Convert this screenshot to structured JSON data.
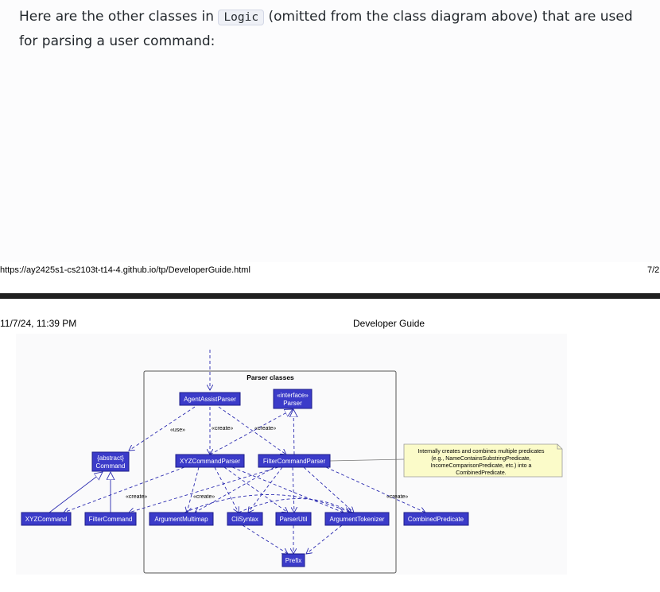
{
  "intro": {
    "before": "Here are the other classes in ",
    "code": "Logic",
    "after": " (omitted from the class diagram above) that are used for parsing a user command:"
  },
  "footer": {
    "url": "https://ay2425s1-cs2103t-t14-4.github.io/tp/DeveloperGuide.html",
    "page": "7/2"
  },
  "header": {
    "date": "11/7/24, 11:39 PM",
    "title": "Developer Guide"
  },
  "diagram": {
    "package_title": "Parser classes",
    "classes": {
      "agent_assist_parser": "AgentAssistParser",
      "parser_stereotype": "«interface»",
      "parser": "Parser",
      "abstract_stereotype": "{abstract}",
      "command": "Command",
      "xyz_command_parser": "XYZCommandParser",
      "filter_command_parser": "FilterCommandParser",
      "xyz_command": "XYZCommand",
      "filter_command": "FilterCommand",
      "argument_multimap": "ArgumentMultimap",
      "cli_syntax": "CliSyntax",
      "parser_util": "ParserUtil",
      "argument_tokenizer": "ArgumentTokenizer",
      "combined_predicate": "CombinedPredicate",
      "prefix": "Prefix"
    },
    "labels": {
      "use": "«use»",
      "create_1": "«create»",
      "create_2": "«create»",
      "create_3": "«create»",
      "create_4": "«create»",
      "create_5": "«create»"
    },
    "note": {
      "line1": "Internally creates and combines multiple predicates",
      "line2": "(e.g., NameContainsSubstringPredicate,",
      "line3": "IncomeComparisonPredicate, etc.) into a",
      "line4": "CombinedPredicate."
    },
    "colors": {
      "class_fill": "#3b3bc9",
      "arrow": "#2b2bb0",
      "note_fill": "#fbfbc9"
    }
  }
}
